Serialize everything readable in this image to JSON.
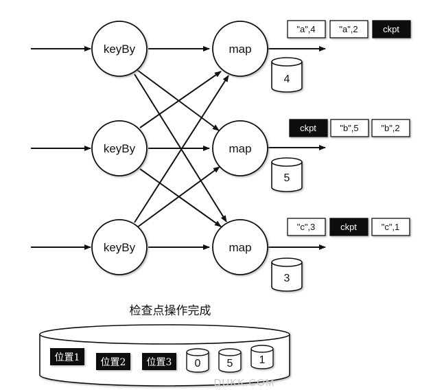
{
  "nodes": {
    "keyby_label": "keyBy",
    "map_label": "map"
  },
  "records": {
    "row1": [
      "\"a\",4",
      "\"a\",2",
      "ckpt"
    ],
    "row2": [
      "ckpt",
      "\"b\",5",
      "\"b\",2"
    ],
    "row3": [
      "\"c\",3",
      "ckpt",
      "\"c\",1"
    ]
  },
  "states": [
    "4",
    "5",
    "3"
  ],
  "caption": "检查点操作完成",
  "storage": {
    "positions": [
      "位置1",
      "位置2",
      "位置3"
    ],
    "values": [
      "0",
      "5",
      "1"
    ]
  },
  "watermark": "DUKK.COM",
  "colors": {
    "ink": "#111111",
    "record_dark": "#0d0d0d",
    "background": "#ffffff"
  }
}
